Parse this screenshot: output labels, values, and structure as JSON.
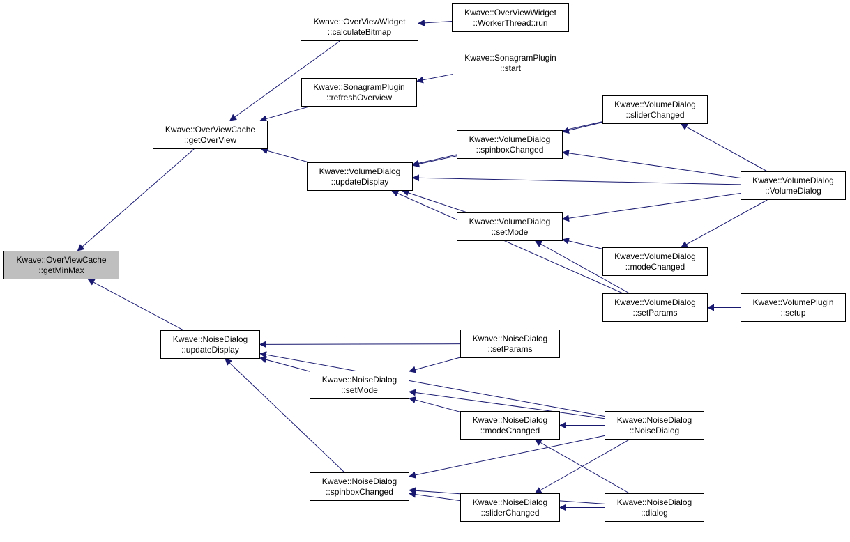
{
  "colors": {
    "edge": "#191970",
    "node_border": "#000000",
    "node_fill": "#ffffff",
    "root_fill": "#bfbfbf"
  },
  "nodes": {
    "getMinMax": {
      "line1": "Kwave::OverViewCache",
      "line2": "::getMinMax"
    },
    "getOverView": {
      "line1": "Kwave::OverViewCache",
      "line2": "::getOverView"
    },
    "calcBitmap": {
      "line1": "Kwave::OverViewWidget",
      "line2": "::calculateBitmap"
    },
    "workerRun": {
      "line1": "Kwave::OverViewWidget",
      "line2": "::WorkerThread::run"
    },
    "sonoRefresh": {
      "line1": "Kwave::SonagramPlugin",
      "line2": "::refreshOverview"
    },
    "sonoStart": {
      "line1": "Kwave::SonagramPlugin",
      "line2": "::start"
    },
    "volUpdate": {
      "line1": "Kwave::VolumeDialog",
      "line2": "::updateDisplay"
    },
    "volSpin": {
      "line1": "Kwave::VolumeDialog",
      "line2": "::spinboxChanged"
    },
    "volSetMode": {
      "line1": "Kwave::VolumeDialog",
      "line2": "::setMode"
    },
    "volSlider": {
      "line1": "Kwave::VolumeDialog",
      "line2": "::sliderChanged"
    },
    "volCtor": {
      "line1": "Kwave::VolumeDialog",
      "line2": "::VolumeDialog"
    },
    "volModeChanged": {
      "line1": "Kwave::VolumeDialog",
      "line2": "::modeChanged"
    },
    "volSetParams": {
      "line1": "Kwave::VolumeDialog",
      "line2": "::setParams"
    },
    "volPluginSetup": {
      "line1": "Kwave::VolumePlugin",
      "line2": "::setup"
    },
    "noiseUpdate": {
      "line1": "Kwave::NoiseDialog",
      "line2": "::updateDisplay"
    },
    "noiseSetParams": {
      "line1": "Kwave::NoiseDialog",
      "line2": "::setParams"
    },
    "noiseSetMode": {
      "line1": "Kwave::NoiseDialog",
      "line2": "::setMode"
    },
    "noiseModeChanged": {
      "line1": "Kwave::NoiseDialog",
      "line2": "::modeChanged"
    },
    "noiseCtor": {
      "line1": "Kwave::NoiseDialog",
      "line2": "::NoiseDialog"
    },
    "noiseSpin": {
      "line1": "Kwave::NoiseDialog",
      "line2": "::spinboxChanged"
    },
    "noiseSlider": {
      "line1": "Kwave::NoiseDialog",
      "line2": "::sliderChanged"
    },
    "noiseDialog": {
      "line1": "Kwave::NoiseDialog",
      "line2": "::dialog"
    }
  },
  "edges": [
    [
      "getOverView",
      "getMinMax"
    ],
    [
      "noiseUpdate",
      "getMinMax"
    ],
    [
      "calcBitmap",
      "getOverView"
    ],
    [
      "sonoRefresh",
      "getOverView"
    ],
    [
      "volUpdate",
      "getOverView"
    ],
    [
      "workerRun",
      "calcBitmap"
    ],
    [
      "sonoStart",
      "sonoRefresh"
    ],
    [
      "volSpin",
      "volUpdate"
    ],
    [
      "volCtor",
      "volUpdate"
    ],
    [
      "volSetMode",
      "volUpdate"
    ],
    [
      "volSetParams",
      "volUpdate"
    ],
    [
      "volSlider",
      "volUpdate"
    ],
    [
      "volSlider",
      "volSpin"
    ],
    [
      "volCtor",
      "volSpin"
    ],
    [
      "volCtor",
      "volSetMode"
    ],
    [
      "volModeChanged",
      "volSetMode"
    ],
    [
      "volSetParams",
      "volSetMode"
    ],
    [
      "volCtor",
      "volSlider"
    ],
    [
      "volCtor",
      "volModeChanged"
    ],
    [
      "volPluginSetup",
      "volSetParams"
    ],
    [
      "noiseCtor",
      "noiseUpdate"
    ],
    [
      "noiseSetParams",
      "noiseUpdate"
    ],
    [
      "noiseSetMode",
      "noiseUpdate"
    ],
    [
      "noiseSpin",
      "noiseUpdate"
    ],
    [
      "noiseSetParams",
      "noiseSetMode"
    ],
    [
      "noiseCtor",
      "noiseSetMode"
    ],
    [
      "noiseModeChanged",
      "noiseSetMode"
    ],
    [
      "noiseCtor",
      "noiseModeChanged"
    ],
    [
      "noiseDialog",
      "noiseModeChanged"
    ],
    [
      "noiseCtor",
      "noiseSpin"
    ],
    [
      "noiseSlider",
      "noiseSpin"
    ],
    [
      "noiseDialog",
      "noiseSpin"
    ],
    [
      "noiseCtor",
      "noiseSlider"
    ],
    [
      "noiseDialog",
      "noiseSlider"
    ]
  ]
}
